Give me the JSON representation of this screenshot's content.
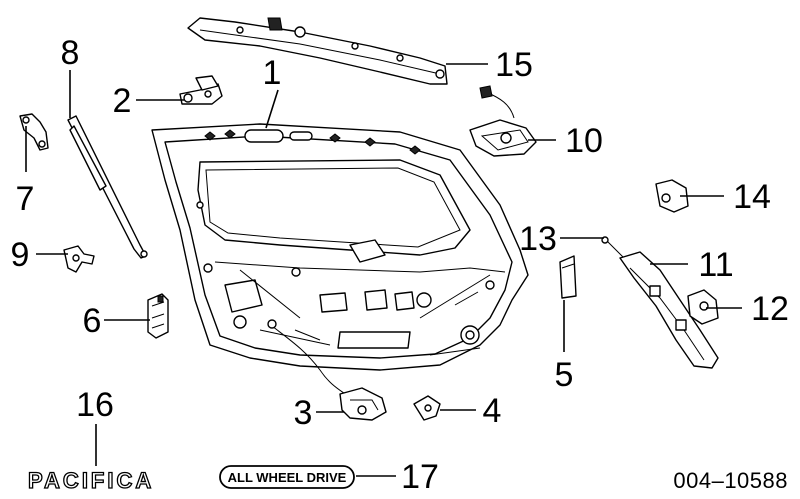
{
  "diagram": {
    "callouts": [
      "1",
      "2",
      "3",
      "4",
      "5",
      "6",
      "7",
      "8",
      "9",
      "10",
      "11",
      "12",
      "13",
      "14",
      "15",
      "16",
      "17"
    ],
    "diagram_code": "004–10588",
    "model_logo_text": "PACIFICA",
    "drive_badge_text": "ALL WHEEL DRIVE"
  }
}
